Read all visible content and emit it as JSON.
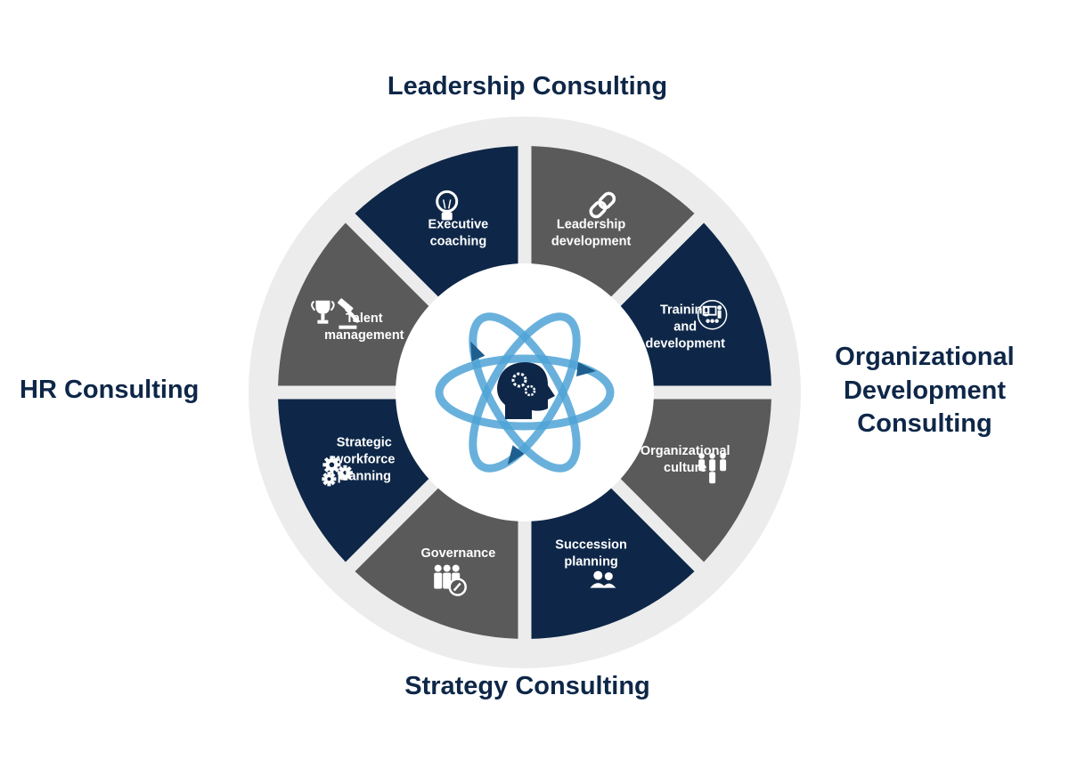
{
  "categories": {
    "top": "Leadership Consulting",
    "bottom": "Strategy Consulting",
    "left": "HR Consulting",
    "right": [
      "Organizational",
      "Development",
      "Consulting"
    ]
  },
  "segments": [
    {
      "lines": [
        "Executive",
        "coaching"
      ],
      "icon": "lightbulb-icon",
      "color": "#0e2748"
    },
    {
      "lines": [
        "Leadership",
        "development"
      ],
      "icon": "chain-link-icon",
      "color": "#5a5a5a"
    },
    {
      "lines": [
        "Training",
        "and",
        "development"
      ],
      "icon": "presentation-icon",
      "color": "#0e2748"
    },
    {
      "lines": [
        "Organizational",
        "culture"
      ],
      "icon": "people-group-icon",
      "color": "#5a5a5a"
    },
    {
      "lines": [
        "Succession",
        "planning"
      ],
      "icon": "users-icon",
      "color": "#0e2748"
    },
    {
      "lines": [
        "Governance"
      ],
      "icon": "team-edit-icon",
      "color": "#5a5a5a"
    },
    {
      "lines": [
        "Strategic",
        "workforce",
        "planning"
      ],
      "icon": "gears-icon",
      "color": "#0e2748"
    },
    {
      "lines": [
        "Talent",
        "management"
      ],
      "icon": "trophy-gavel-icon",
      "color": "#5a5a5a"
    }
  ],
  "colors": {
    "navy": "#0e2748",
    "gray": "#5a5a5a",
    "ring": "#ececec",
    "accent": "#4fa3d6"
  },
  "center_icon": "head-gears-orbit-icon"
}
